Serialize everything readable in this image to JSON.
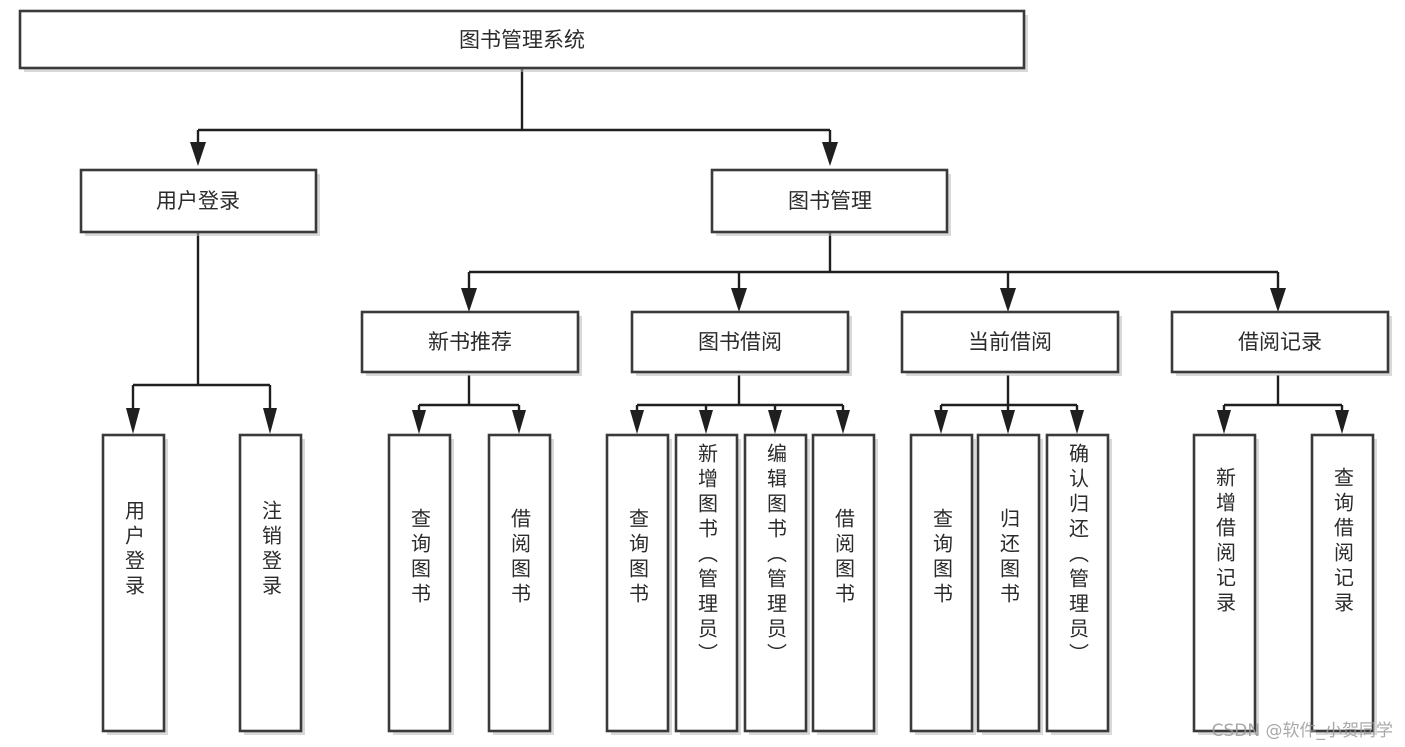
{
  "diagram": {
    "title": "图书管理系统",
    "watermark": "CSDN @软件_小贺同学",
    "root": {
      "label": "图书管理系统"
    },
    "level2": [
      {
        "label": "用户登录"
      },
      {
        "label": "图书管理"
      }
    ],
    "level3": [
      {
        "label": "新书推荐"
      },
      {
        "label": "图书借阅"
      },
      {
        "label": "当前借阅"
      },
      {
        "label": "借阅记录"
      }
    ],
    "leaves": {
      "user_login": [
        {
          "label": "用户登录"
        },
        {
          "label": "注销登录"
        }
      ],
      "new_book_recommend": [
        {
          "label": "查询图书"
        },
        {
          "label": "借阅图书"
        }
      ],
      "book_borrow": [
        {
          "label": "查询图书"
        },
        {
          "label": "新增图书（管理员）"
        },
        {
          "label": "编辑图书（管理员）"
        },
        {
          "label": "借阅图书"
        }
      ],
      "current_borrow": [
        {
          "label": "查询图书"
        },
        {
          "label": "归还图书"
        },
        {
          "label": "确认归还（管理员）"
        }
      ],
      "borrow_record": [
        {
          "label": "新增借阅记录"
        },
        {
          "label": "查询借阅记录"
        }
      ]
    },
    "colors": {
      "box_stroke": "#3a3a3a",
      "box_fill": "#ffffff",
      "edge": "#1f1f1f",
      "text": "#2b2b2b",
      "watermark": "#9a9a9a",
      "background": "#ffffff"
    }
  }
}
